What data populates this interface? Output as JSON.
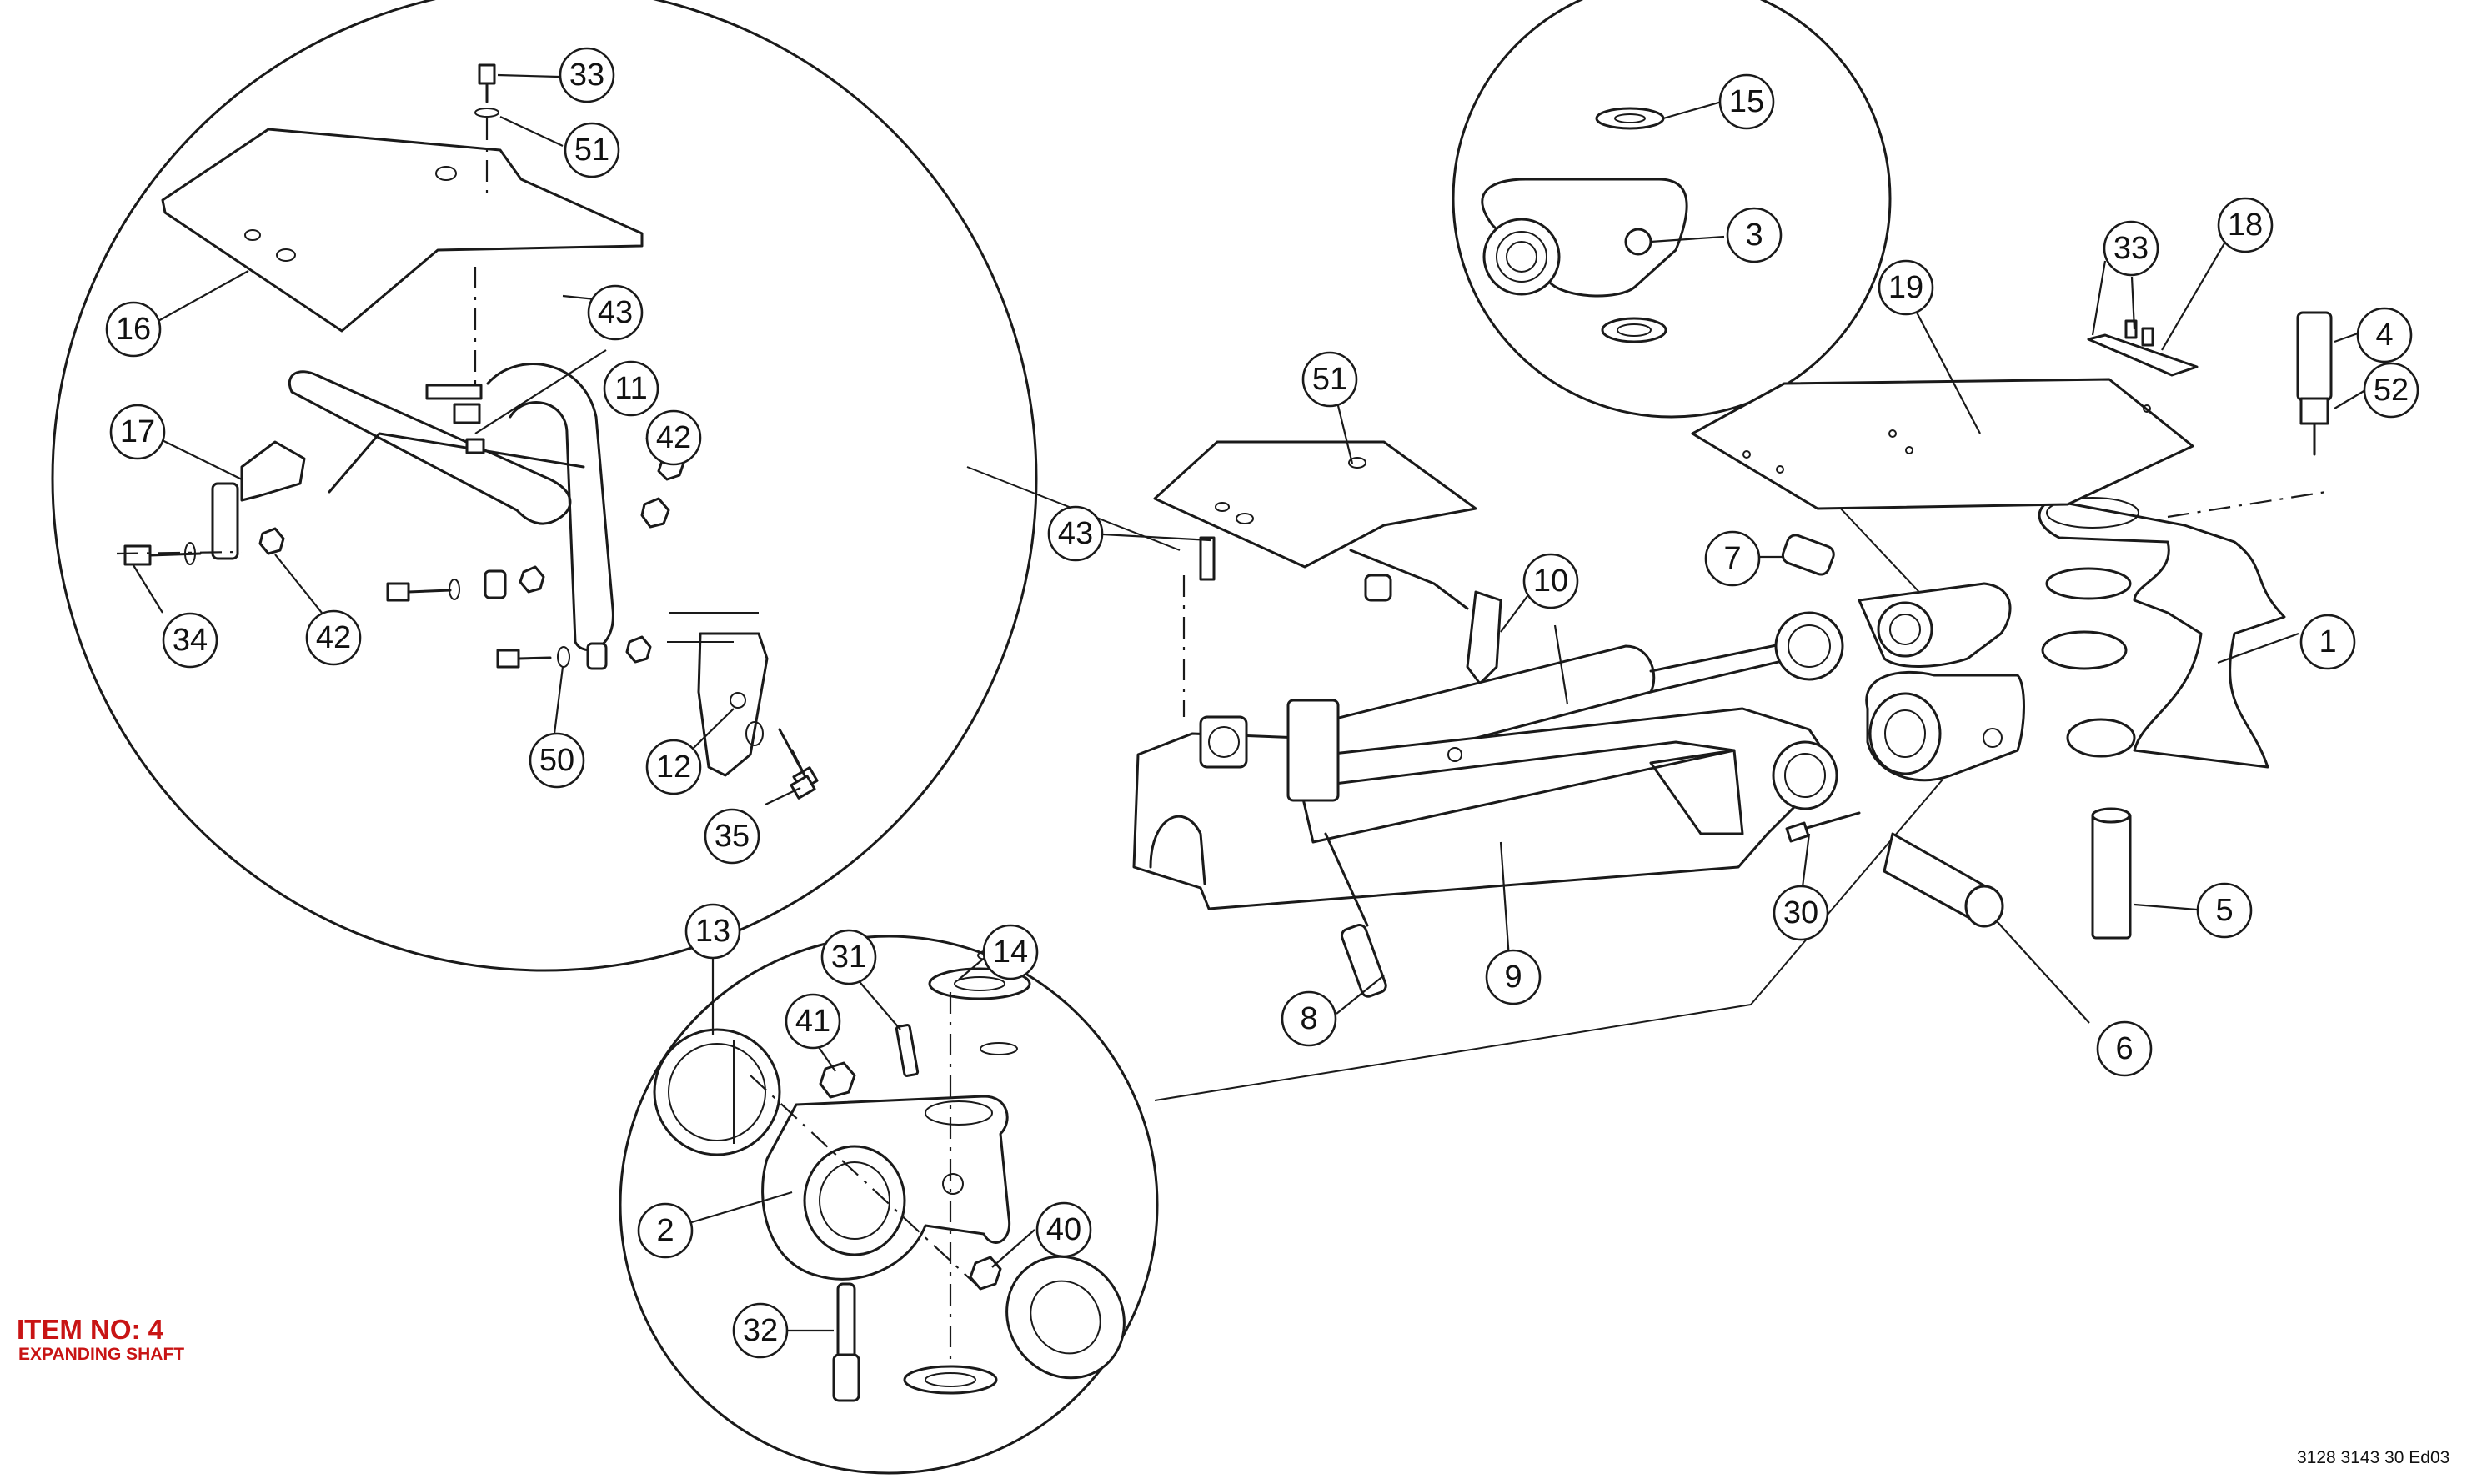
{
  "item": {
    "title": "ITEM NO: 4",
    "subtitle": "EXPANDING SHAFT"
  },
  "document_reference": "3128 3143 30 Ed03",
  "balloons": [
    "1",
    "2",
    "3",
    "4",
    "5",
    "6",
    "7",
    "8",
    "9",
    "10",
    "11",
    "12",
    "13",
    "14",
    "15",
    "16",
    "17",
    "18",
    "19",
    "30",
    "31",
    "32",
    "33",
    "34",
    "35",
    "40",
    "41",
    "42",
    "43",
    "50",
    "51",
    "52"
  ],
  "colors": {
    "item_text": "#c81414",
    "line": "#1a1a1a"
  }
}
